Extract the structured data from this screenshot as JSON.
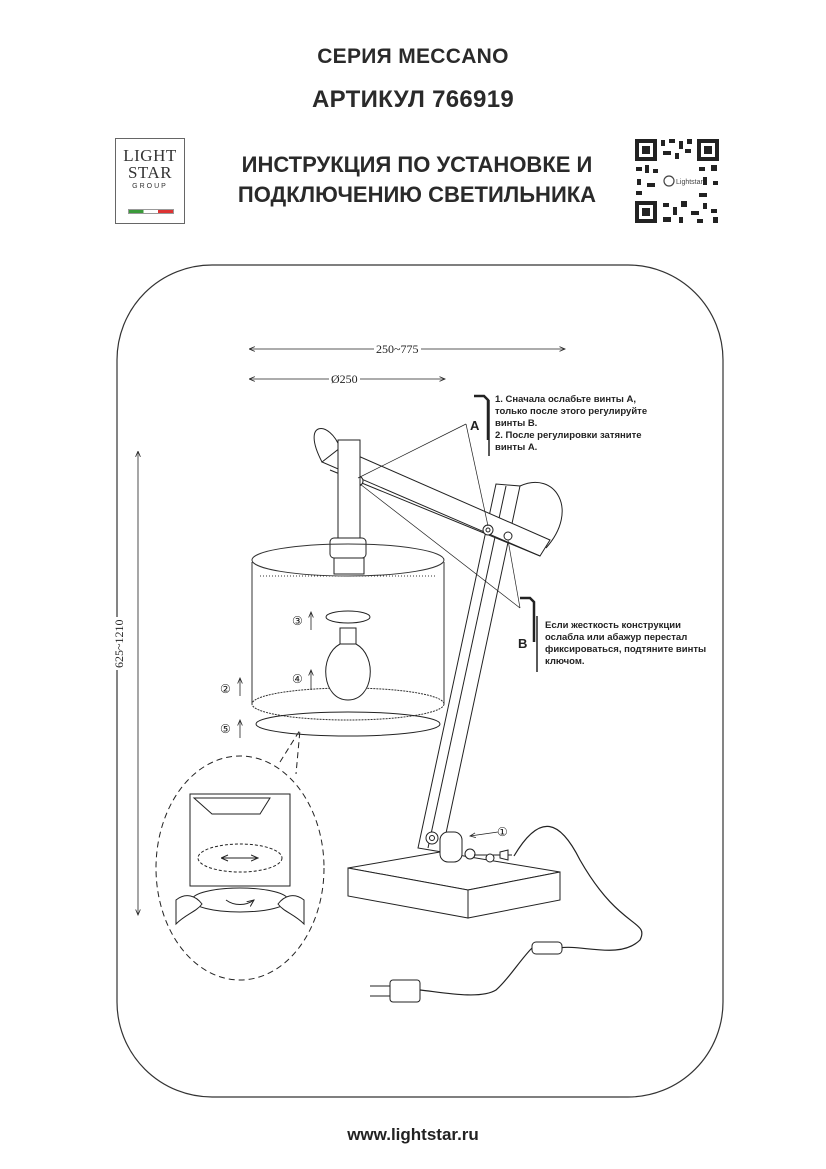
{
  "header": {
    "series": "СЕРИЯ MECCANO",
    "article": "АРТИКУЛ 766919",
    "title_line1": "ИНСТРУКЦИЯ ПО УСТАНОВКЕ И",
    "title_line2": "ПОДКЛЮЧЕНИЮ СВЕТИЛЬНИКА"
  },
  "logo": {
    "line1": "LIGHT",
    "line2": "STAR",
    "line3": "GROUP"
  },
  "qr": {
    "label": "Lightstar"
  },
  "dimensions": {
    "width": "250~775",
    "diameter": "Ø250",
    "height": "625~1210"
  },
  "labels": {
    "a": "A",
    "b": "B"
  },
  "notes": {
    "a": [
      "1. Сначала ослабьте винты А,",
      "только после этого регулируйте",
      "винты В.",
      "2. После регулировки затяните",
      "винты А."
    ],
    "b": [
      "Если жесткость конструкции",
      "ослабла или абажур перестал",
      "фиксироваться, подтяните винты",
      "ключом."
    ]
  },
  "steps": [
    "①",
    "②",
    "③",
    "④",
    "⑤"
  ],
  "footer": {
    "url": "www.lightstar.ru"
  }
}
